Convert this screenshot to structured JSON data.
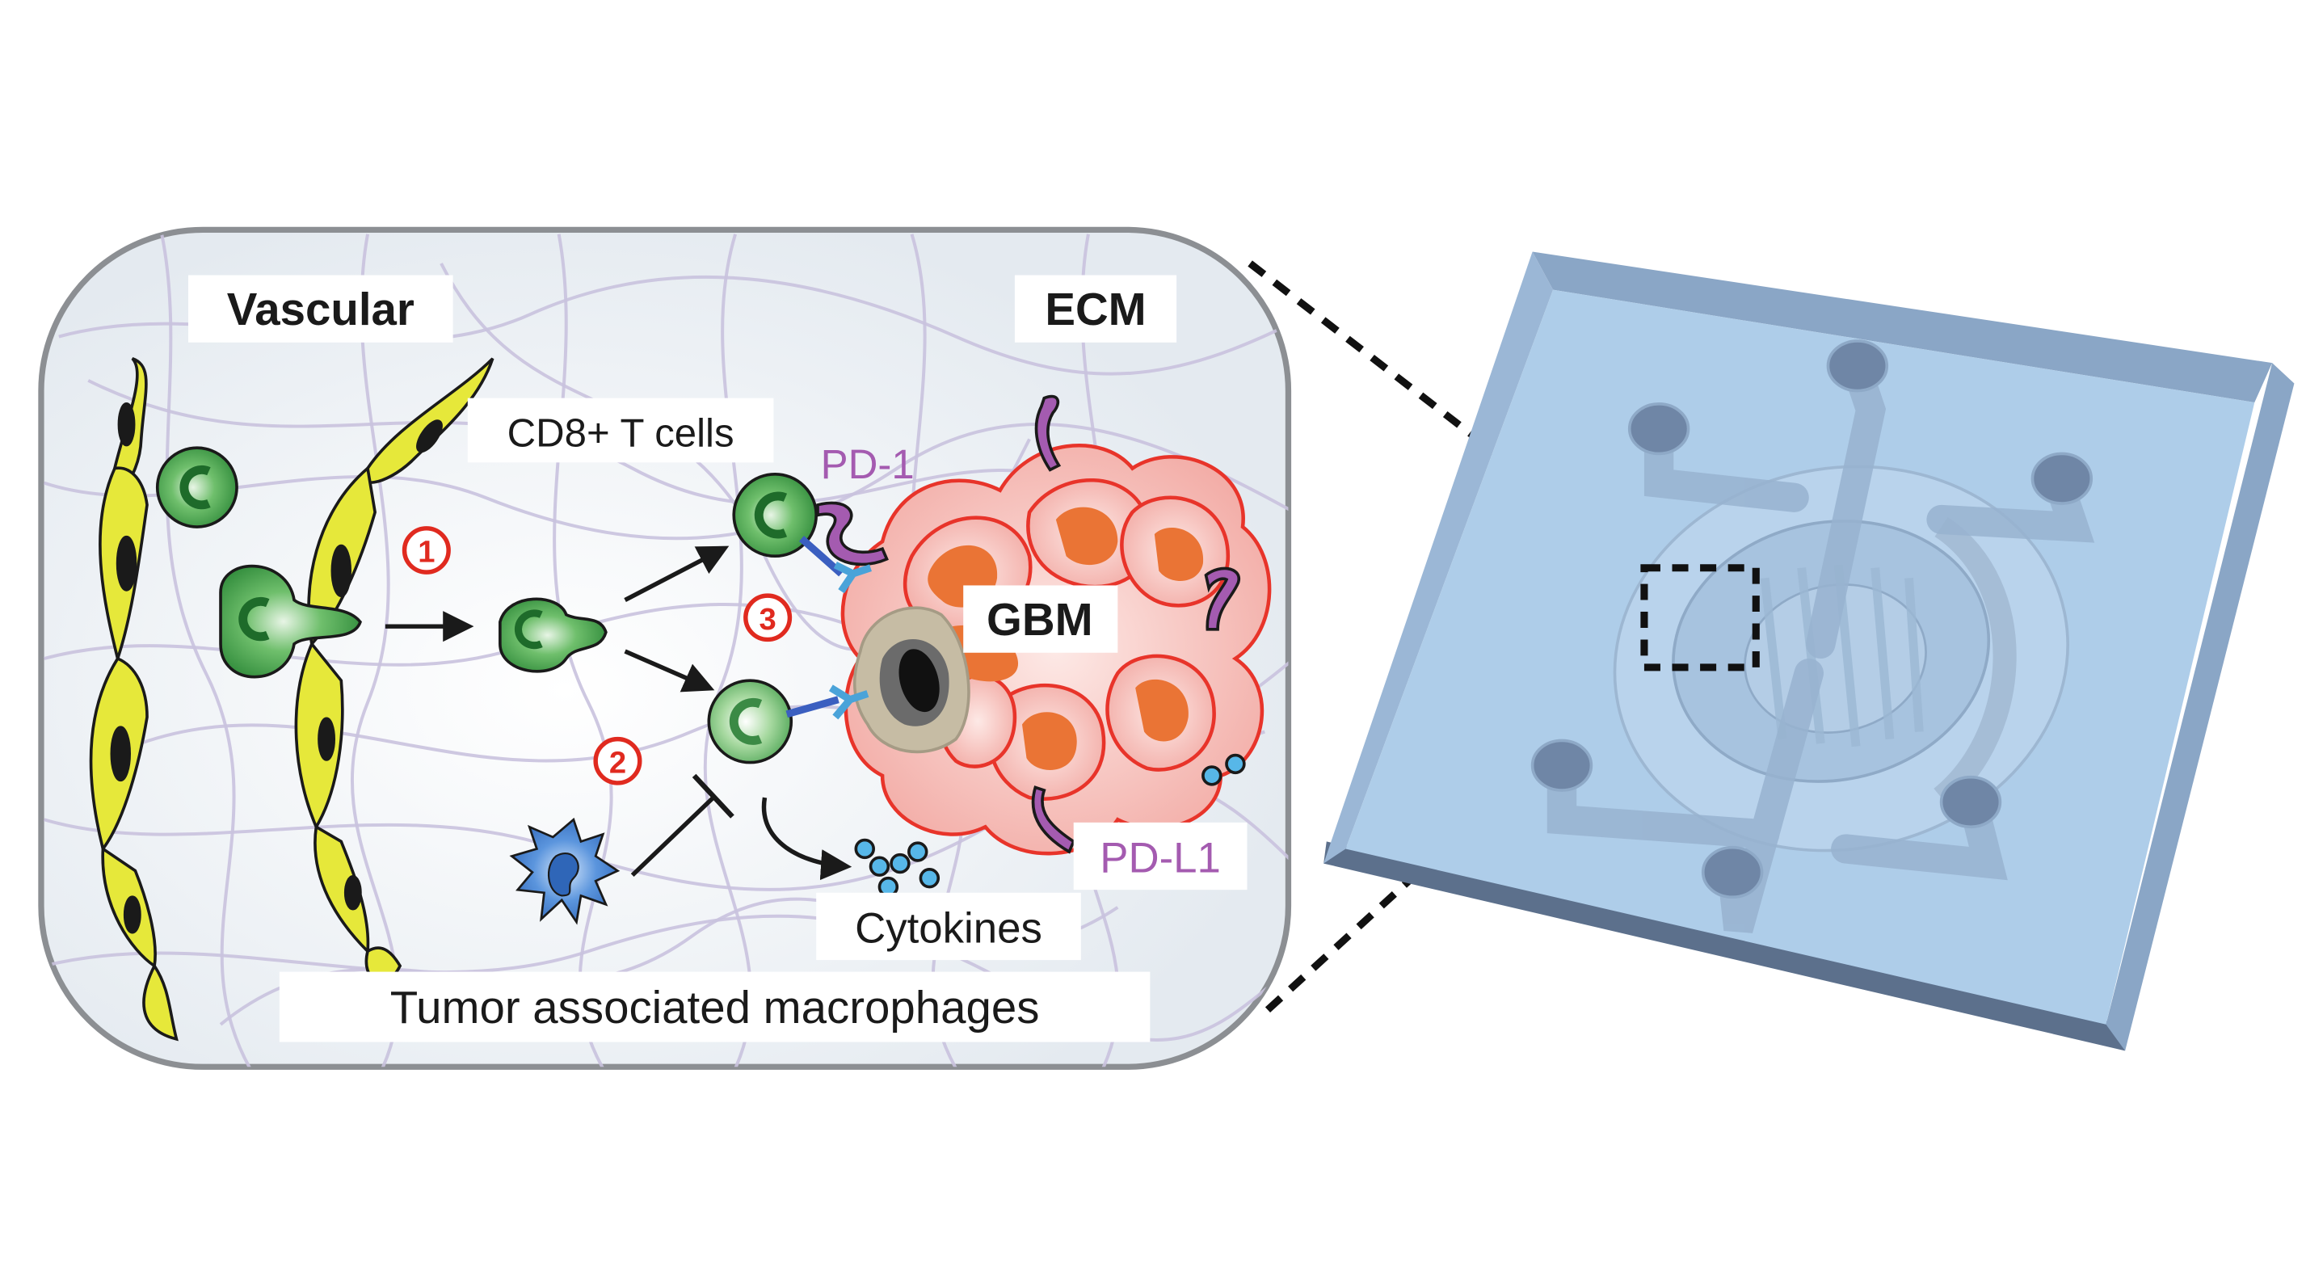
{
  "figure": {
    "left_panel": {
      "title_labels": {
        "vascular": "Vascular",
        "ecm": "ECM",
        "gbm": "GBM"
      },
      "cell_labels": {
        "cd8_t_cells": "CD8+ T cells",
        "pd1": "PD-1",
        "pdl1": "PD-L1",
        "cytokines": "Cytokines",
        "tam": "Tumor associated macrophages"
      },
      "step_markers": [
        "1",
        "2",
        "3"
      ]
    },
    "right_panel": {
      "device": "microfluidic-chip",
      "zoom_indicator": "dashed-square"
    },
    "colors": {
      "panel_border": "#8c8f93",
      "panel_fill": "#e9eef3",
      "endothelial": "#e6e83a",
      "t_cell": "#3f9c4a",
      "tumor_cell": "#f6b9b4",
      "tumor_outline": "#e8342a",
      "tumor_nucleus": "#ea7435",
      "macrophage": "#3e7fd0",
      "cytokine": "#57b7e8",
      "pd_molecule": "#a45bb0",
      "step_marker": "#e02a1f",
      "chip_top": "#aecde9",
      "chip_side_dark": "#5c708c",
      "chip_side_mid": "#8aa6c6"
    }
  }
}
